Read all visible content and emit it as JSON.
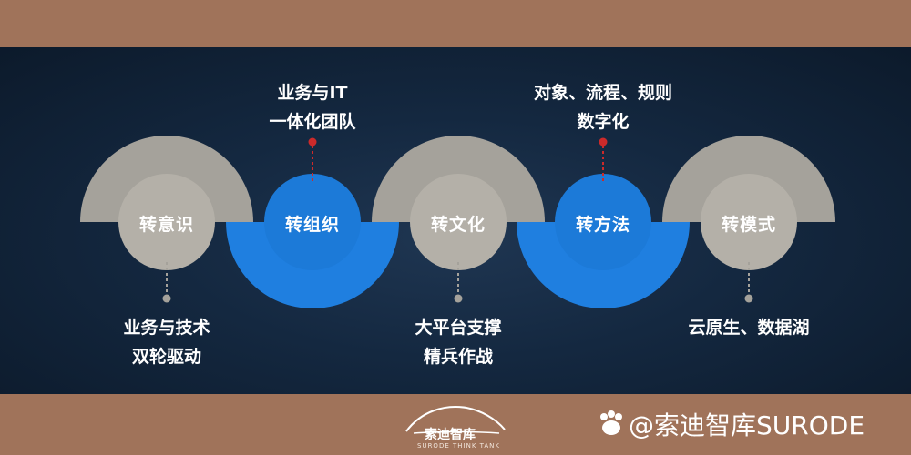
{
  "steps": [
    {
      "label": "转意识",
      "caption": [
        "业务与技术",
        "双轮驱动"
      ],
      "caption_position": "below"
    },
    {
      "label": "转组织",
      "caption": [
        "业务与IT",
        "一体化团队"
      ],
      "caption_position": "above"
    },
    {
      "label": "转文化",
      "caption": [
        "大平台支撑",
        "精兵作战"
      ],
      "caption_position": "below"
    },
    {
      "label": "转方法",
      "caption": [
        "对象、流程、规则",
        "数字化"
      ],
      "caption_position": "above"
    },
    {
      "label": "转模式",
      "caption": [
        "云原生、数据湖"
      ],
      "caption_position": "below"
    }
  ],
  "colors": {
    "gray_ring": "#a5a29b",
    "blue_ring": "#1f7fe0",
    "gray_circle": "#b4b0a8",
    "blue_circle": "#1c7ad8",
    "dot_red": "#cc2a2a",
    "dot_gray": "#a5a29b"
  },
  "footer": {
    "logo_text": "索迪智库",
    "logo_subtext": "SURODE THINK TANK",
    "watermark": "@索迪智库SURODE"
  }
}
